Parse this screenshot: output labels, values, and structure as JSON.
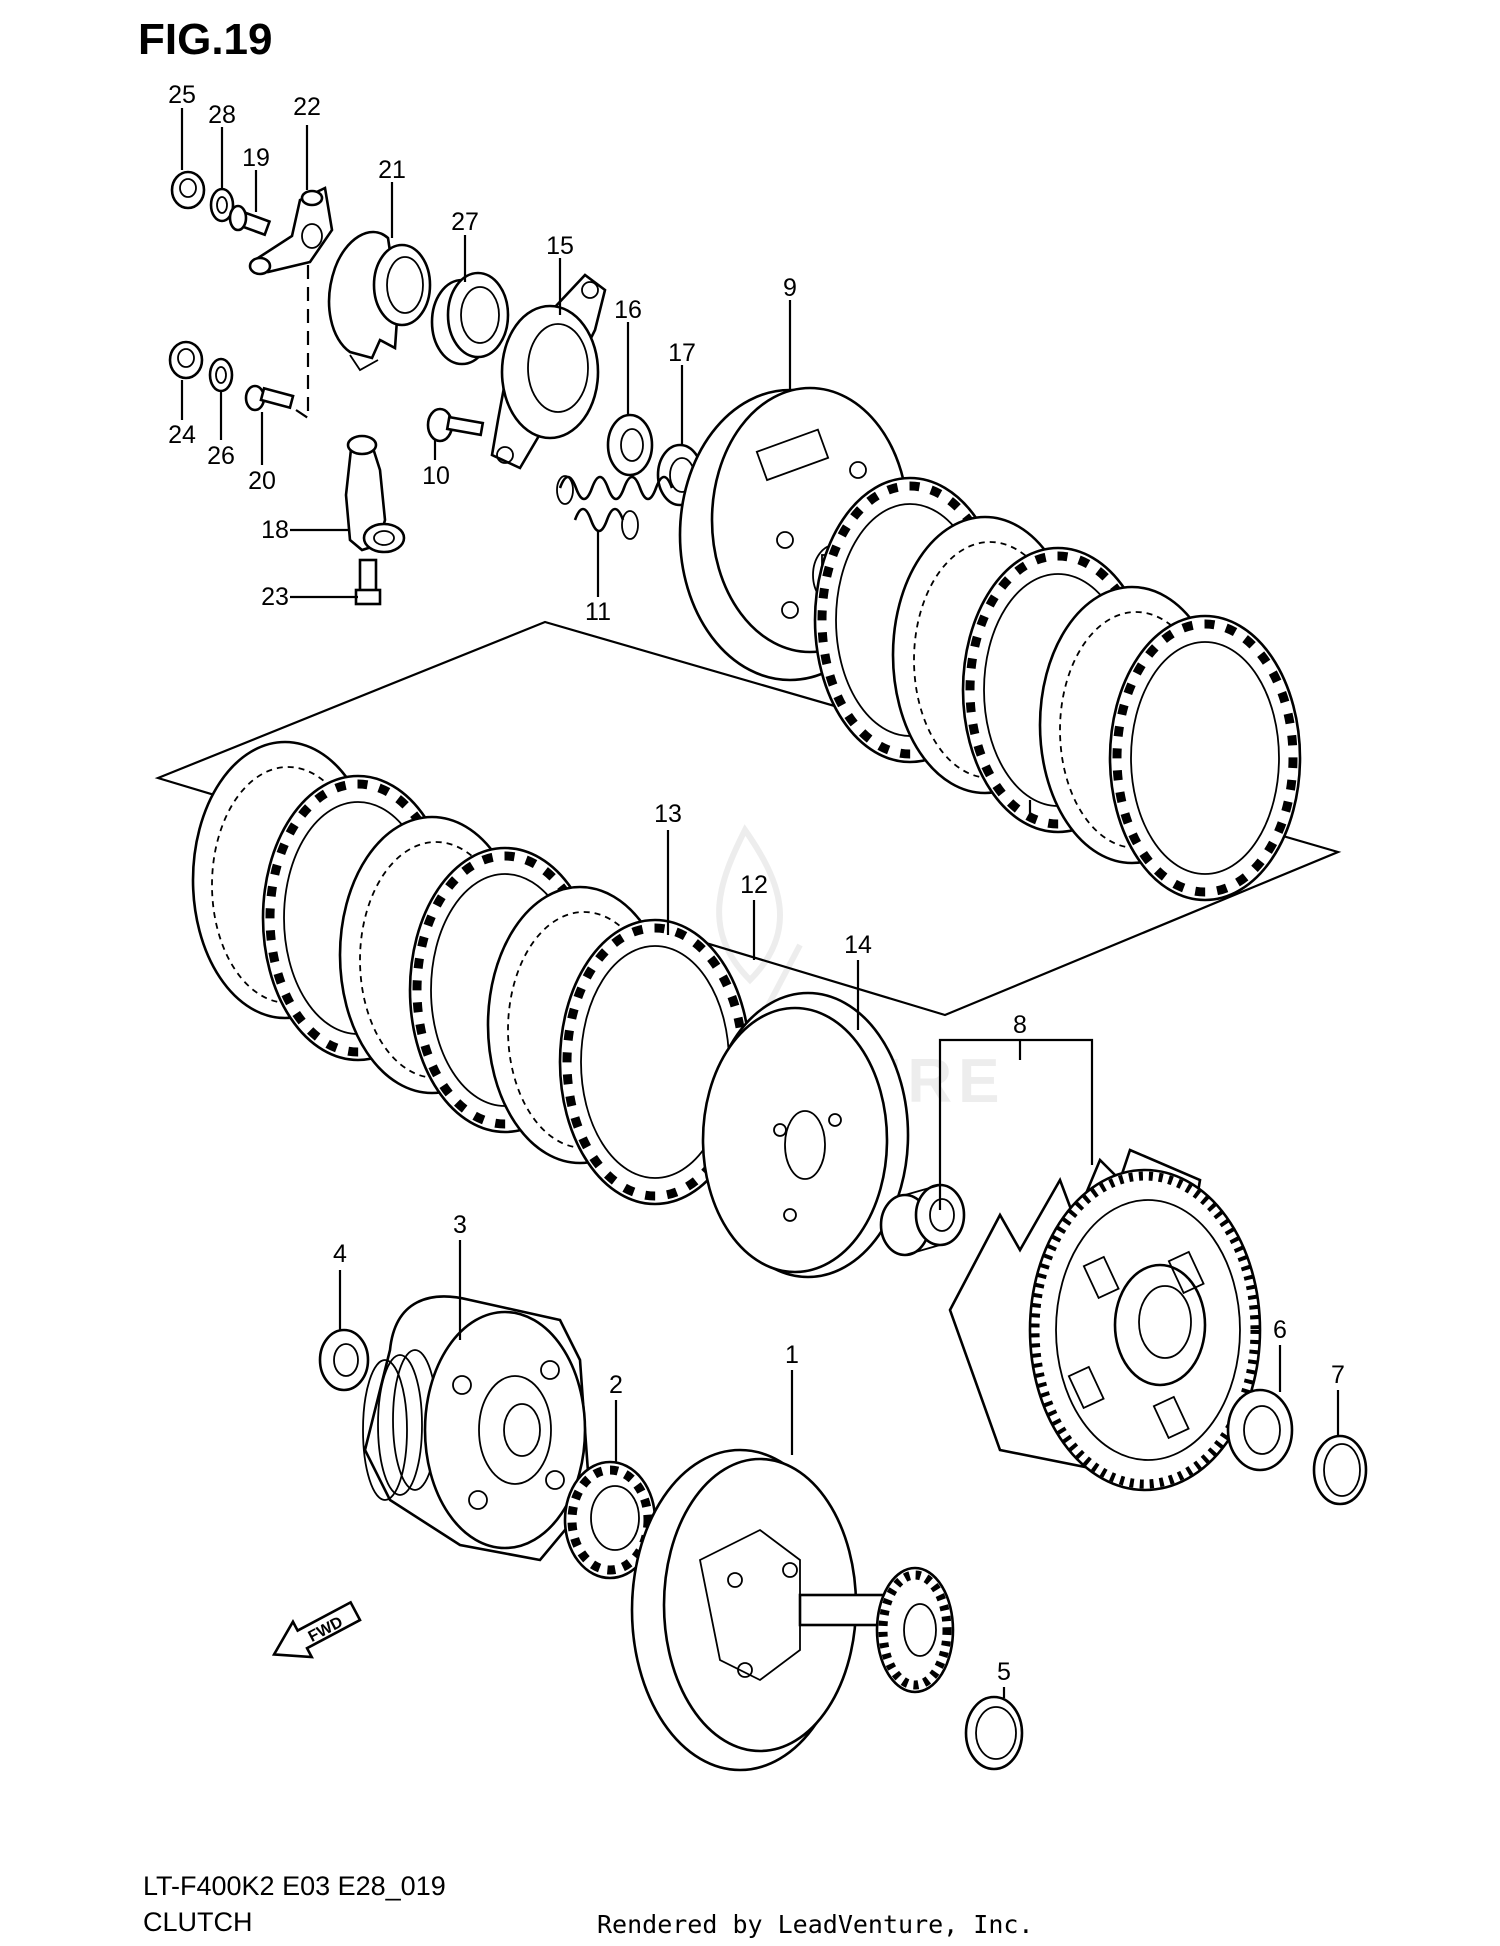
{
  "figure": {
    "title": "FIG.19",
    "model_code": "LT-F400K2 E03 E28_019",
    "section_name": "CLUTCH",
    "rendered_by": "Rendered by LeadVenture, Inc.",
    "watermark": "LEADVENTURE",
    "fwd_label": "FWD"
  },
  "callouts": [
    {
      "id": "c1",
      "label": "1"
    },
    {
      "id": "c2",
      "label": "2"
    },
    {
      "id": "c3",
      "label": "3"
    },
    {
      "id": "c4",
      "label": "4"
    },
    {
      "id": "c5",
      "label": "5"
    },
    {
      "id": "c6",
      "label": "6"
    },
    {
      "id": "c7",
      "label": "7"
    },
    {
      "id": "c8",
      "label": "8"
    },
    {
      "id": "c9",
      "label": "9"
    },
    {
      "id": "c10",
      "label": "10"
    },
    {
      "id": "c11",
      "label": "11"
    },
    {
      "id": "c12",
      "label": "12"
    },
    {
      "id": "c13",
      "label": "13"
    },
    {
      "id": "c14",
      "label": "14"
    },
    {
      "id": "c15",
      "label": "15"
    },
    {
      "id": "c16",
      "label": "16"
    },
    {
      "id": "c17",
      "label": "17"
    },
    {
      "id": "c18",
      "label": "18"
    },
    {
      "id": "c19",
      "label": "19"
    },
    {
      "id": "c20",
      "label": "20"
    },
    {
      "id": "c21",
      "label": "21"
    },
    {
      "id": "c22",
      "label": "22"
    },
    {
      "id": "c23",
      "label": "23"
    },
    {
      "id": "c24",
      "label": "24"
    },
    {
      "id": "c25",
      "label": "25"
    },
    {
      "id": "c26",
      "label": "26"
    },
    {
      "id": "c27",
      "label": "27"
    },
    {
      "id": "c28",
      "label": "28"
    }
  ]
}
